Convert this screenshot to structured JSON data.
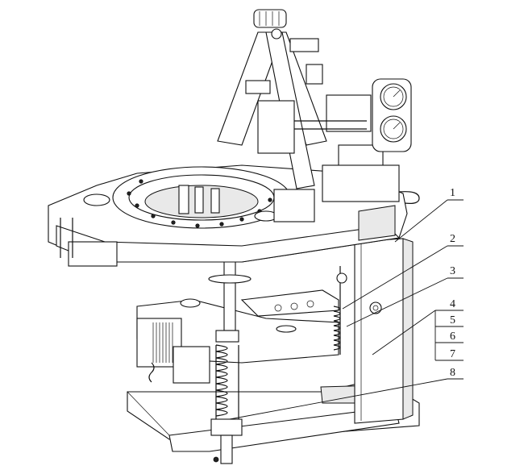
{
  "callouts": [
    {
      "label": "1"
    },
    {
      "label": "2"
    },
    {
      "label": "3"
    },
    {
      "label": "4"
    },
    {
      "label": "5"
    },
    {
      "label": "6"
    },
    {
      "label": "7"
    },
    {
      "label": "8"
    }
  ],
  "colors": {
    "line": "#111111",
    "background": "#ffffff",
    "shade": "#e9e9e9"
  }
}
